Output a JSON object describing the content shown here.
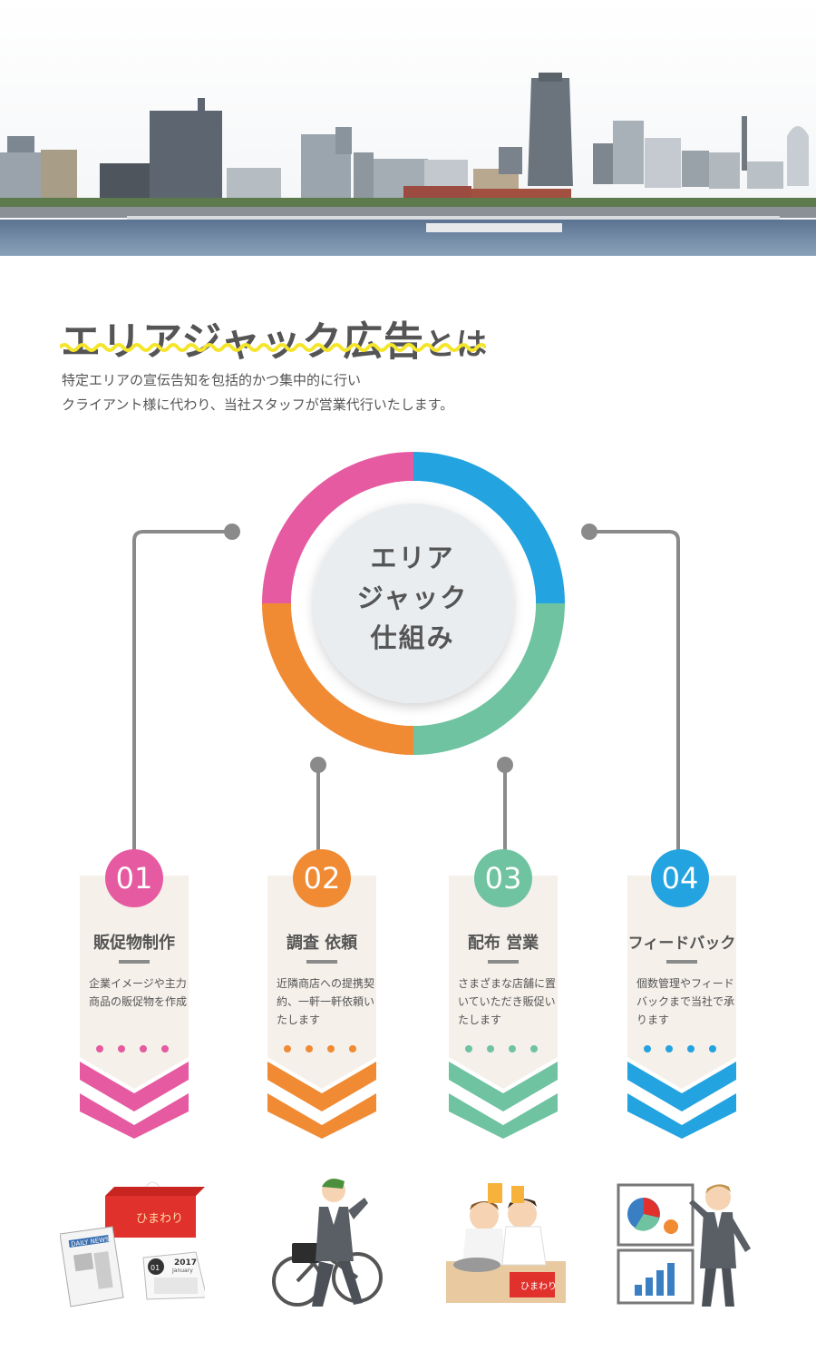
{
  "header": {
    "title_main": "エリアジャック広告",
    "title_suffix": "とは",
    "desc_lines": [
      "特定エリアの宣伝告知を包括的かつ集中的に行い",
      "クライアント様に代わり、当社スタッフが営業代行いたします。"
    ]
  },
  "ring": {
    "label_lines": [
      "エリア",
      "ジャック",
      "仕組み"
    ]
  },
  "colors": {
    "pink": "#e55aa0",
    "blue": "#23a3e0",
    "green": "#6fc3a1",
    "orange": "#f08a33",
    "card_bg": "#f5f0ea",
    "line_gray": "#8a8a8a",
    "wave_yellow": "#f5e52a"
  },
  "steps": [
    {
      "number": "01",
      "title": "販促物制作",
      "desc": "企業イメージや主力商品の販促物を作成"
    },
    {
      "number": "02",
      "title": "調査 依頼",
      "desc": "近隣商店への提携契約、一軒一軒依頼いたします"
    },
    {
      "number": "03",
      "title": "配布 営業",
      "desc": "さまざまな店舗に置いていただき販促いたします"
    },
    {
      "number": "04",
      "title": "フィードバック",
      "desc": "個数管理やフィードバックまで当社で承ります"
    }
  ],
  "illustrations": {
    "tissue_box_label": "ひまわり",
    "newspaper_label": "DAILY NEWS",
    "calendar_year": "2017",
    "calendar_month": "January",
    "calendar_day": "01",
    "tray_label": "ひまわり"
  }
}
